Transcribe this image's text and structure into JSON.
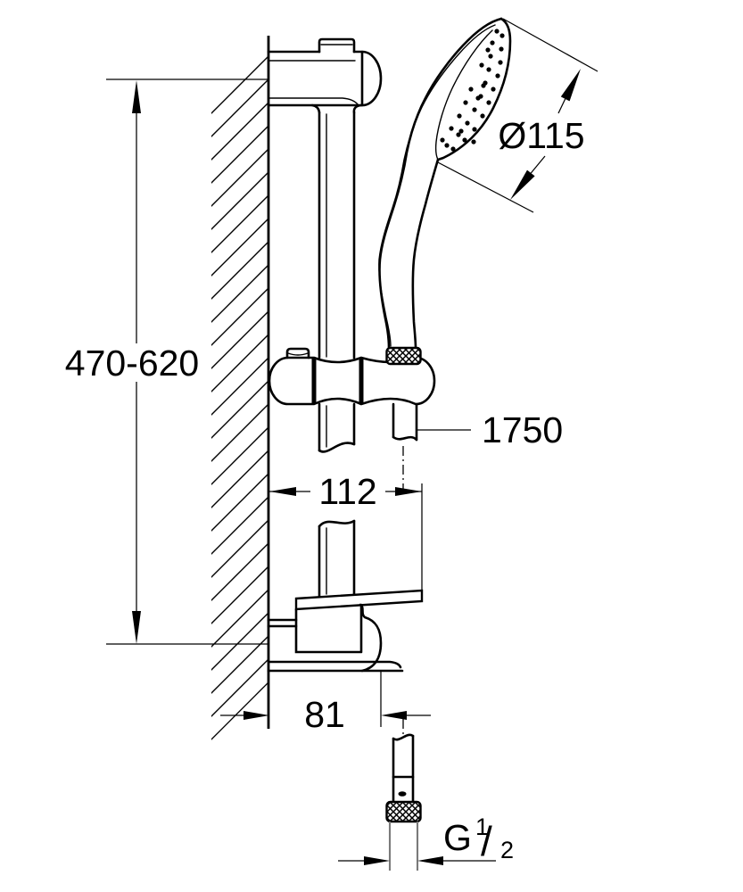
{
  "drawing": {
    "labels": {
      "rail_height_range": "470-620",
      "head_diameter": "Ø115",
      "hose_length": "1750",
      "holder_wall_offset": "112",
      "bracket_depth": "81",
      "thread_g": "G",
      "thread_numerator": "1",
      "thread_slash": "/",
      "thread_denominator": "2"
    }
  }
}
